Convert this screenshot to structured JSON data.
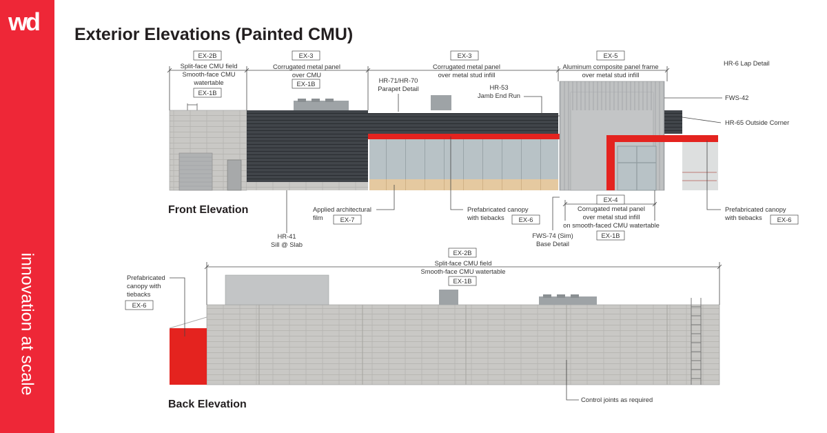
{
  "brand": {
    "logo": "wd",
    "tagline": "innovation at scale",
    "accent_color": "#ee2737"
  },
  "title": "Exterior Elevations (Painted CMU)",
  "front_elevation": {
    "label": "Front Elevation",
    "dimension_groups": [
      {
        "tag": "EX-2B",
        "lines": [
          "Split-face CMU field",
          "Smooth-face CMU",
          "watertable"
        ],
        "tag2": "EX-1B"
      },
      {
        "tag": "EX-3",
        "lines": [
          "Corrugated metal panel",
          "over CMU"
        ],
        "tag2": "EX-1B"
      },
      {
        "tag": "EX-3",
        "lines": [
          "Corrugated metal panel",
          "over metal stud infill"
        ]
      },
      {
        "tag": "EX-5",
        "lines": [
          "Aluminum composite panel frame",
          "over metal stud infill"
        ]
      },
      {
        "tag": "EX-4",
        "lines": [
          "Corrugated metal panel",
          "over metal stud infill",
          "on smooth-faced CMU watertable"
        ],
        "tag2": "EX-1B"
      }
    ],
    "callouts": {
      "hr6": "HR-6 Lap Detail",
      "fws42": "FWS-42",
      "hr65": "HR-65 Outside Corner",
      "hr71": [
        "HR-71/HR-70",
        "Parapet Detail"
      ],
      "hr53": [
        "HR-53",
        "Jamb End Run"
      ],
      "hr41": [
        "HR-41",
        "Sill @ Slab"
      ],
      "film": [
        "Applied architectural",
        "film"
      ],
      "film_tag": "EX-7",
      "canopy1": [
        "Prefabricated canopy",
        "with tiebacks"
      ],
      "canopy1_tag": "EX-6",
      "fws74": [
        "FWS-74 (Sim)",
        "Base Detail"
      ],
      "canopy2": [
        "Prefabricated canopy",
        "with tiebacks"
      ],
      "canopy2_tag": "EX-6"
    }
  },
  "back_elevation": {
    "label": "Back Elevation",
    "dimension_group": {
      "tag": "EX-2B",
      "lines": [
        "Split-face CMU field",
        "Smooth-face CMU watertable"
      ],
      "tag2": "EX-1B"
    },
    "callouts": {
      "canopy": [
        "Prefabricated",
        "canopy with",
        "tiebacks"
      ],
      "canopy_tag": "EX-6",
      "joints": "Control joints as required"
    }
  },
  "colors": {
    "canopy_red": "#e4231f",
    "cmu": "#c8c7c4",
    "metal_dark": "#3d4145",
    "acm": "#bfc1c2"
  }
}
